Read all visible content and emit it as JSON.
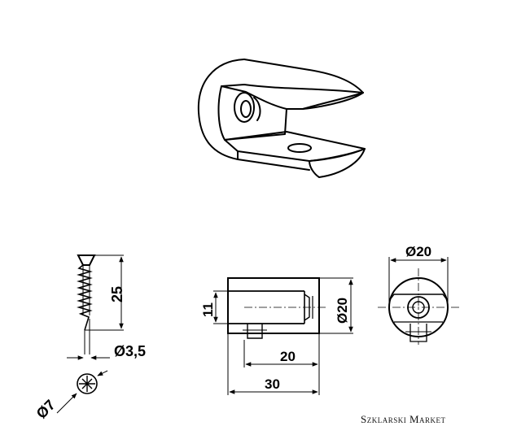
{
  "drawing": {
    "dims": {
      "screw_length": "25",
      "screw_diameter": "Ø3,5",
      "head_diameter": "Ø7",
      "slot_height": "11",
      "side_height": "Ø20",
      "slot_depth": "20",
      "total_length": "30",
      "front_diameter": "Ø20"
    }
  },
  "brand": {
    "label": "Szklarski Market"
  }
}
